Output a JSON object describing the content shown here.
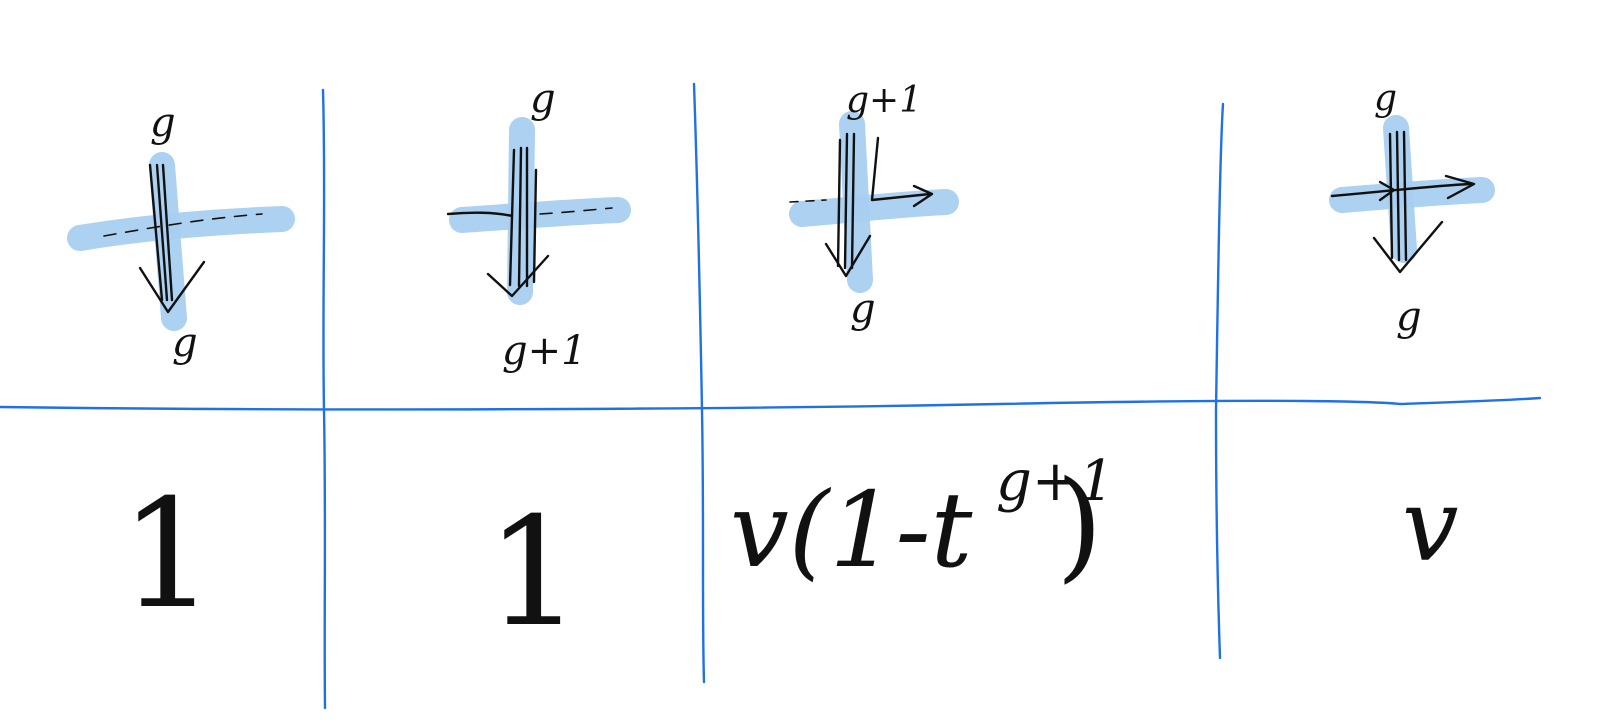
{
  "cells": [
    {
      "top_label": "g",
      "bottom_label": "g",
      "weight": "1"
    },
    {
      "top_label": "g",
      "bottom_label": "g+1",
      "weight": "1"
    },
    {
      "top_label": "g+1",
      "bottom_label": "g",
      "weight_main": "v(1-t",
      "weight_sup": "g+1",
      "weight_close": ")"
    },
    {
      "top_label": "g",
      "bottom_label": "g",
      "weight": "v"
    }
  ]
}
